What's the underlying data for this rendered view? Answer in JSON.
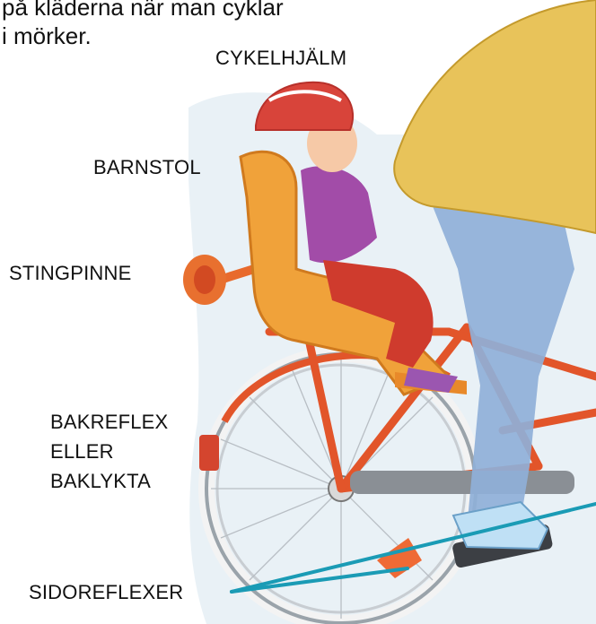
{
  "intro_text": {
    "line1": "på kläderna när man cyklar",
    "line2": "i mörker."
  },
  "labels": {
    "helmet": "CYKELHJÄLM",
    "child_seat": "BARNSTOL",
    "spoke_stick": "STINGPINNE",
    "rear_reflector_line1": "BAKREFLEX",
    "rear_reflector_line2": "ELLER",
    "rear_reflector_line3": "BAKLYKTA",
    "side_reflectors": "SIDOREFLEXER"
  },
  "colors": {
    "pointer_line": "#1a9bb5",
    "frame": "#e2552a",
    "seat": "#f0a23a",
    "jacket": "#e8c35a",
    "jeans": "#8fb0d8",
    "helmet": "#d8443a",
    "child_coat": "#a24ca8"
  }
}
